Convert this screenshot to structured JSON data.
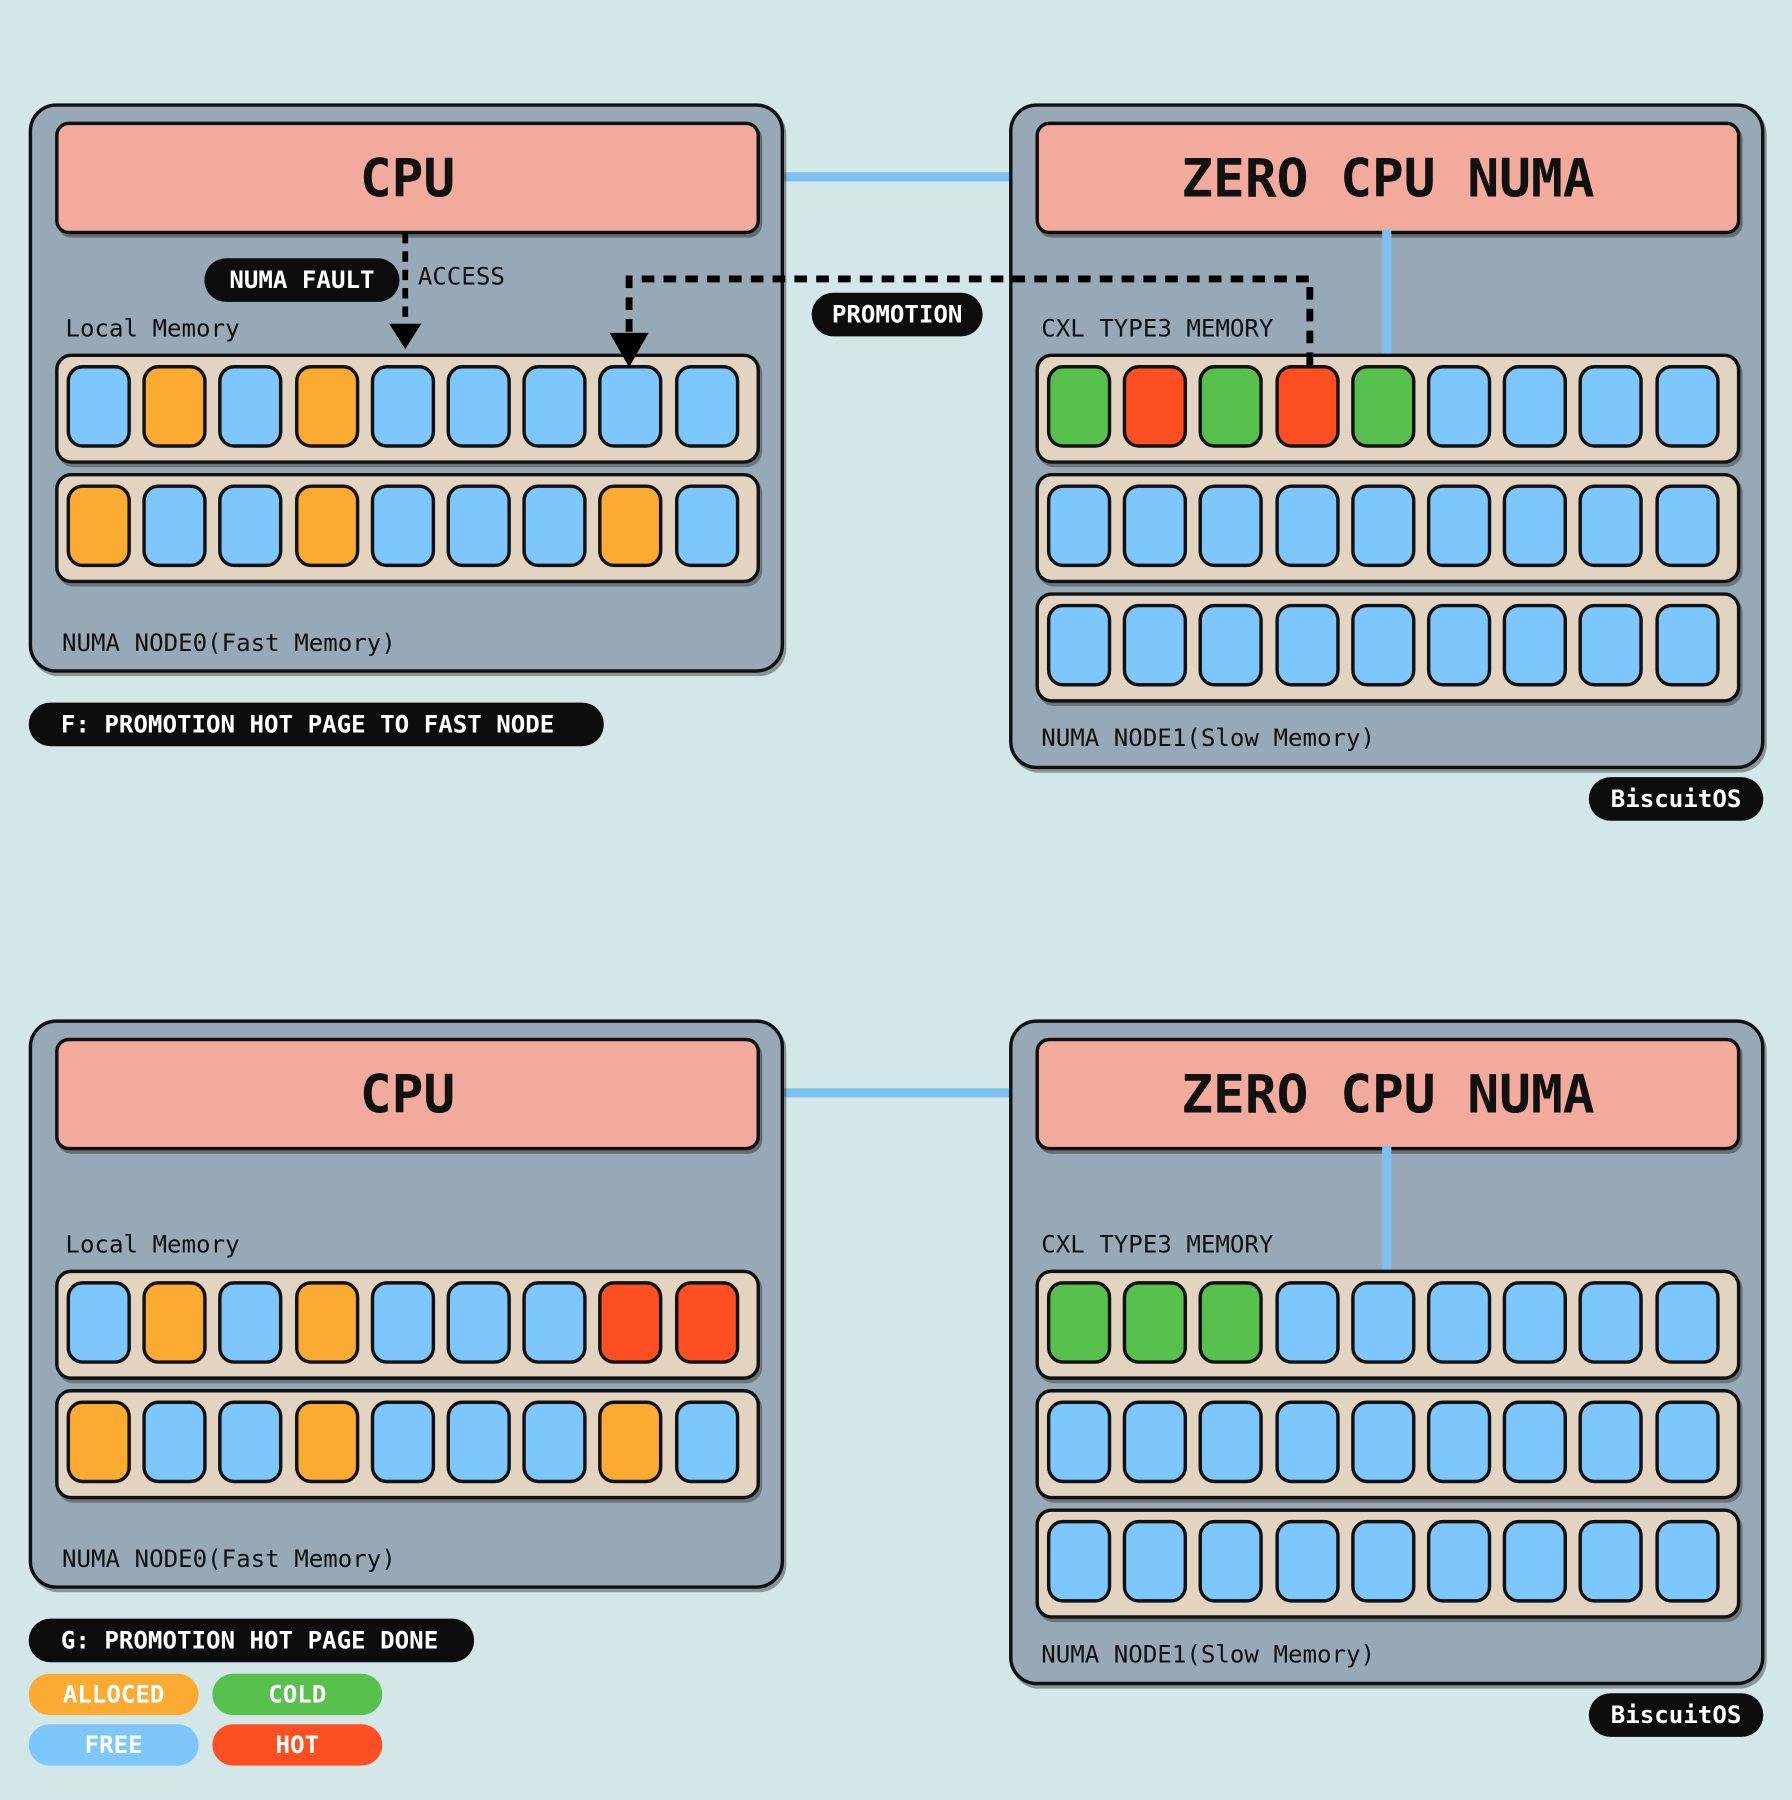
{
  "panels": [
    {
      "fast_node": {
        "cpu_label": "CPU",
        "memory_label": "Local Memory",
        "node_label": "NUMA NODE0(Fast Memory)",
        "rows": [
          [
            "free",
            "alloced",
            "free",
            "alloced",
            "free",
            "free",
            "free",
            "free",
            "free"
          ],
          [
            "alloced",
            "free",
            "free",
            "alloced",
            "free",
            "free",
            "free",
            "alloced",
            "free"
          ]
        ]
      },
      "slow_node": {
        "cpu_label": "ZERO CPU NUMA",
        "memory_label": "CXL TYPE3 MEMORY",
        "node_label": "NUMA NODE1(Slow Memory)",
        "rows": [
          [
            "cold",
            "hot",
            "cold",
            "hot",
            "cold",
            "free",
            "free",
            "free",
            "free"
          ],
          [
            "free",
            "free",
            "free",
            "free",
            "free",
            "free",
            "free",
            "free",
            "free"
          ],
          [
            "free",
            "free",
            "free",
            "free",
            "free",
            "free",
            "free",
            "free",
            "free"
          ]
        ]
      },
      "numa_fault_label": "NUMA FAULT",
      "access_label": "ACCESS",
      "promotion_label": "PROMOTION",
      "caption": "F: PROMOTION HOT PAGE TO FAST NODE",
      "watermark": "BiscuitOS"
    },
    {
      "fast_node": {
        "cpu_label": "CPU",
        "memory_label": "Local Memory",
        "node_label": "NUMA NODE0(Fast Memory)",
        "rows": [
          [
            "free",
            "alloced",
            "free",
            "alloced",
            "free",
            "free",
            "free",
            "hot",
            "hot"
          ],
          [
            "alloced",
            "free",
            "free",
            "alloced",
            "free",
            "free",
            "free",
            "alloced",
            "free"
          ]
        ]
      },
      "slow_node": {
        "cpu_label": "ZERO CPU NUMA",
        "memory_label": "CXL TYPE3 MEMORY",
        "node_label": "NUMA NODE1(Slow Memory)",
        "rows": [
          [
            "cold",
            "cold",
            "cold",
            "free",
            "free",
            "free",
            "free",
            "free",
            "free"
          ],
          [
            "free",
            "free",
            "free",
            "free",
            "free",
            "free",
            "free",
            "free",
            "free"
          ],
          [
            "free",
            "free",
            "free",
            "free",
            "free",
            "free",
            "free",
            "free",
            "free"
          ]
        ]
      },
      "caption": "G: PROMOTION HOT PAGE DONE",
      "watermark": "BiscuitOS"
    }
  ],
  "legend": [
    {
      "label": "ALLOCED",
      "color": "#fbab32"
    },
    {
      "label": "COLD",
      "color": "#58c04d"
    },
    {
      "label": "FREE",
      "color": "#7ec7fc"
    },
    {
      "label": "HOT",
      "color": "#fd4f22"
    }
  ],
  "colors": {
    "background": "#d3e6e8",
    "node": "#97a9b6",
    "cpu": "#f1aa9b",
    "interconnect": "#7ec1f0"
  }
}
